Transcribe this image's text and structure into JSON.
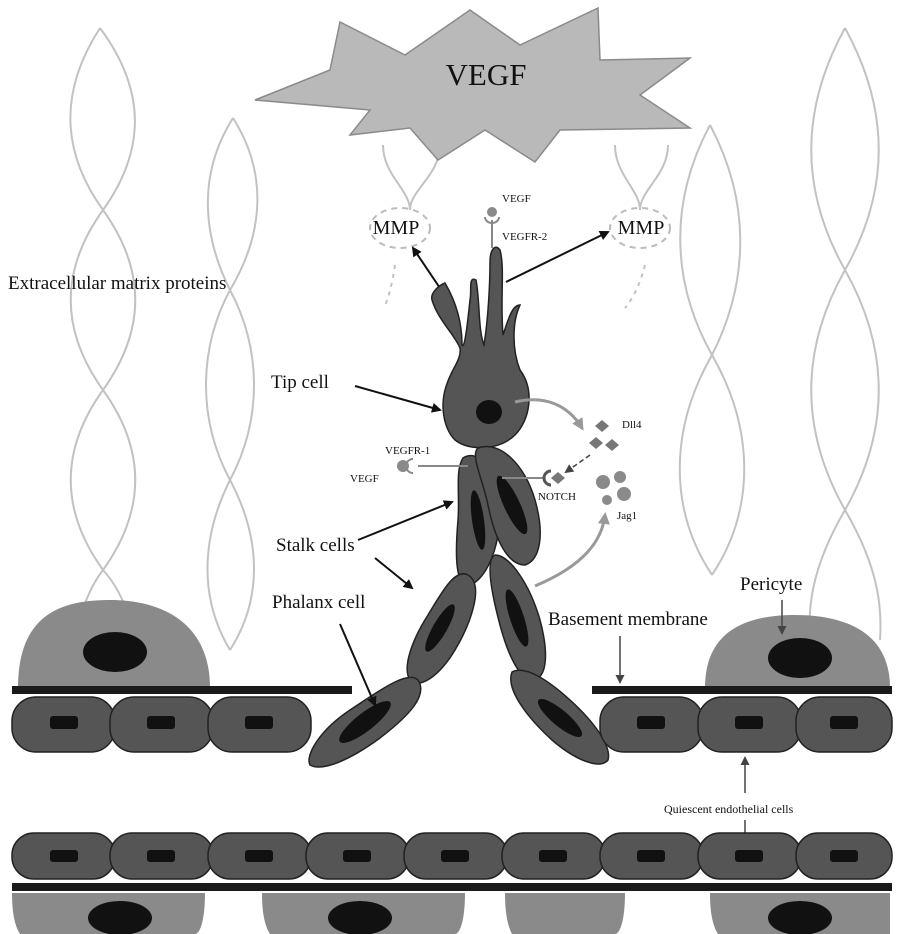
{
  "labels": {
    "vegf_source": "VEGF",
    "mmp_left": "MMP",
    "mmp_right": "MMP",
    "vegf_ligand_top": "VEGF",
    "vegfr2": "VEGFR-2",
    "ecm": "Extracellular matrix proteins",
    "tip_cell": "Tip cell",
    "dll4": "Dll4",
    "vegfr1": "VEGFR-1",
    "vegf_ligand_left": "VEGF",
    "notch": "NOTCH",
    "jag1": "Jag1",
    "stalk_cells": "Stalk cells",
    "pericyte": "Pericyte",
    "phalanx_cell": "Phalanx cell",
    "basement_membrane": "Basement membrane",
    "quiescent": "Quiescent endothelial cells"
  },
  "colors": {
    "cell_fill": "#555555",
    "cell_stroke": "#222222",
    "nucleus": "#111111",
    "pericyte_fill": "#8a8a8a",
    "vegf_star_fill": "#b9b9b9",
    "membrane": "#1a1a1a",
    "fiber": "#c2c2c2",
    "ligand": "#8a8a8a",
    "arrow_gray": "#999999"
  }
}
